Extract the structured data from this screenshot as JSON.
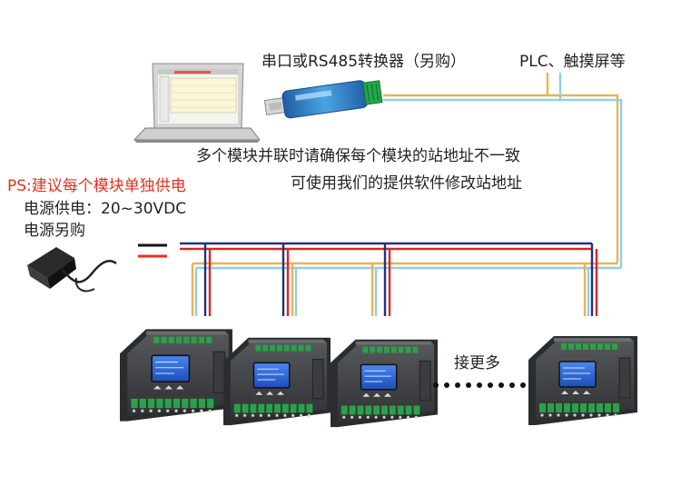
{
  "labels": {
    "converter": "串口或RS485转换器（另购）",
    "plc": "PLC、触摸屏等",
    "note_line1": "多个模块并联时请确保每个模块的站地址不一致",
    "note_line2": "可使用我们的提供软件修改站地址",
    "ps_note": "PS:建议每个模块单独供电",
    "power_supply": "电源供电：20~30VDC",
    "power_buy": "电源另购",
    "more": "接更多"
  },
  "colors": {
    "wire_orange": "#e9b44c",
    "wire_cyan": "#8ecfe3",
    "wire_navy": "#24317c",
    "wire_red": "#d6262b",
    "power_red": "#e53222",
    "power_black": "#111111",
    "module_body": "#3c3e40",
    "lcd": "#2f66d8",
    "terminal_green": "#2aa148",
    "usb_blue": "#2c7fc4"
  },
  "icons": {
    "laptop": "laptop-icon",
    "converter": "usb-rs485-converter-icon",
    "power_adapter": "power-adapter-icon",
    "module": "io-module-icon"
  },
  "module_count_shown": 4
}
